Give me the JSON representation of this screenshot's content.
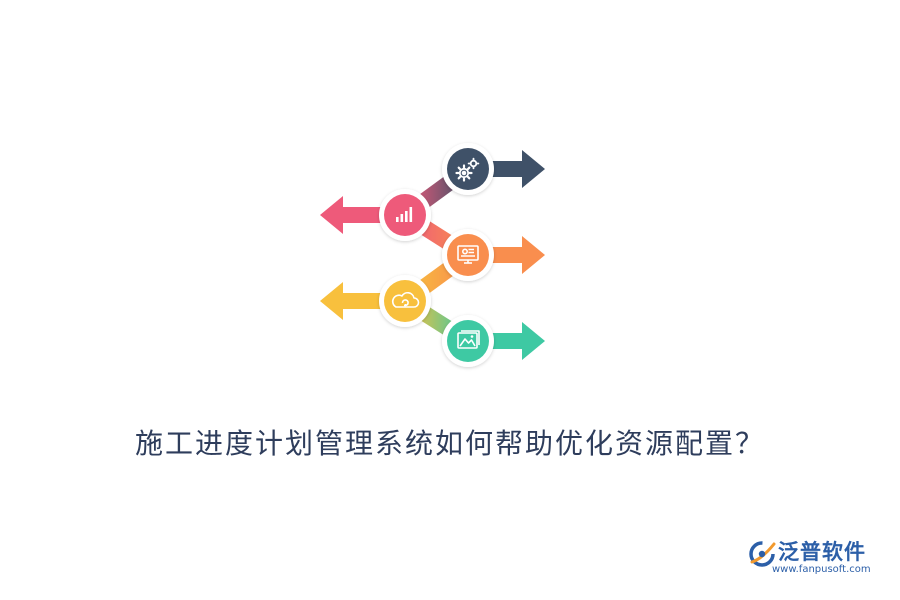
{
  "title": "施工进度计划管理系统如何帮助优化资源配置？",
  "infographic": {
    "steps": [
      {
        "icon": "gears-icon",
        "color": "#3f5168",
        "direction": "right"
      },
      {
        "icon": "bar-chart-icon",
        "color": "#ee5a7a",
        "direction": "left"
      },
      {
        "icon": "monitor-icon",
        "color": "#f98e4e",
        "direction": "right"
      },
      {
        "icon": "cloud-icon",
        "color": "#f8c03d",
        "direction": "left"
      },
      {
        "icon": "image-icon",
        "color": "#3ec9a3",
        "direction": "right"
      }
    ]
  },
  "logo": {
    "name": "泛普软件",
    "url": "www.fanpusoft.com",
    "color": "#2c5fa8"
  }
}
